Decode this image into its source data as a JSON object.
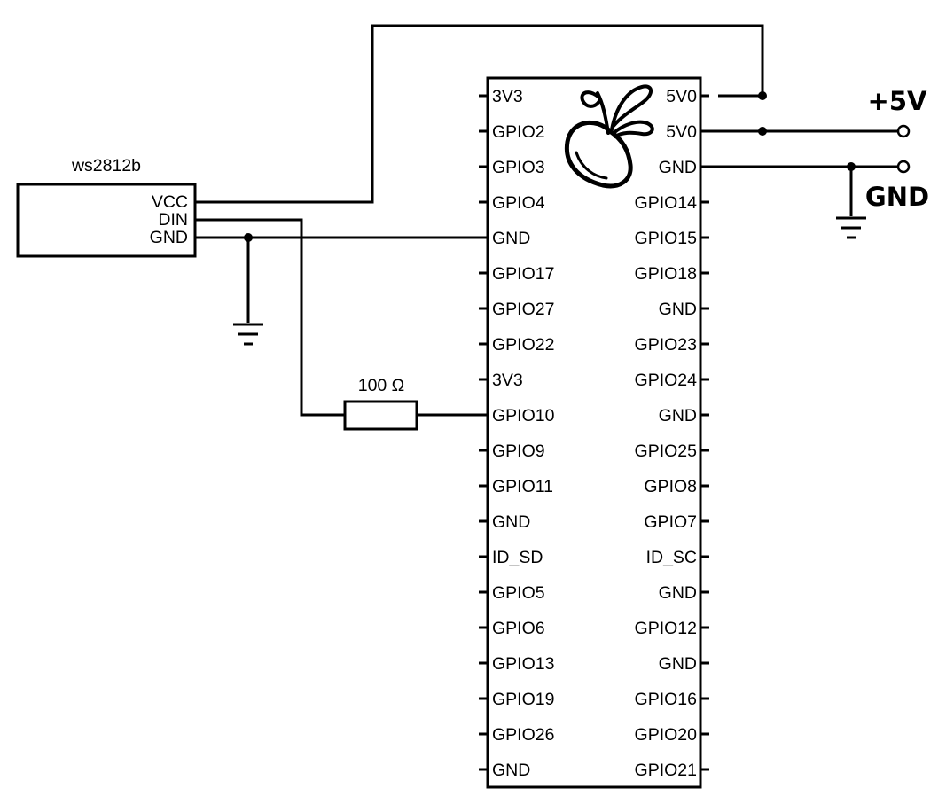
{
  "module": {
    "name": "ws2812b",
    "pins": [
      "VCC",
      "DIN",
      "GND"
    ]
  },
  "resistor": {
    "label": "100 Ω"
  },
  "board": {
    "left_pins": [
      "3V3",
      "GPIO2",
      "GPIO3",
      "GPIO4",
      "GND",
      "GPIO17",
      "GPIO27",
      "GPIO22",
      "3V3",
      "GPIO10",
      "GPIO9",
      "GPIO11",
      "GND",
      "ID_SD",
      "GPIO5",
      "GPIO6",
      "GPIO13",
      "GPIO19",
      "GPIO26",
      "GND"
    ],
    "right_pins": [
      "5V0",
      "5V0",
      "GND",
      "GPIO14",
      "GPIO15",
      "GPIO18",
      "GND",
      "GPIO23",
      "GPIO24",
      "GND",
      "GPIO25",
      "GPIO8",
      "GPIO7",
      "ID_SC",
      "GND",
      "GPIO12",
      "GND",
      "GPIO16",
      "GPIO20",
      "GPIO21"
    ]
  },
  "supply": {
    "plus_label": "+5V",
    "gnd_label": "GND"
  }
}
